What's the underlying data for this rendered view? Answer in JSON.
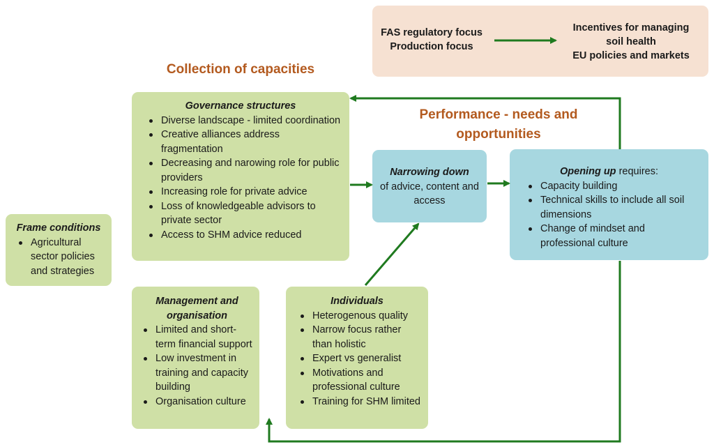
{
  "legend": {
    "left_lines": [
      "FAS regulatory focus",
      "Production focus"
    ],
    "right_lines": [
      "Incentives for managing",
      "soil health",
      "EU policies and markets"
    ]
  },
  "headings": {
    "collection": "Collection of capacities",
    "performance_line1": "Performance - needs and",
    "performance_line2": "opportunities"
  },
  "governance": {
    "title": "Governance structures",
    "items": [
      "Diverse landscape - limited coordination",
      "Creative alliances address fragmentation",
      "Decreasing and narowing role for public providers",
      "Increasing role for private advice",
      "Loss of knowledgeable advisors to private sector",
      "Access to SHM advice reduced"
    ]
  },
  "frame": {
    "title": "Frame conditions",
    "items": [
      "Agricultural sector policies and strategies"
    ]
  },
  "narrowing": {
    "title": "Narrowing down",
    "text": "of advice, content and access"
  },
  "opening": {
    "title": "Opening up",
    "suffix": " requires:",
    "items": [
      "Capacity building",
      "Technical skills to include all soil dimensions",
      "Change of mindset and professional culture"
    ]
  },
  "management": {
    "title": "Management and organisation",
    "items": [
      "Limited and short-term financial support",
      "Low investment in training and capacity building",
      "Organisation culture"
    ]
  },
  "individuals": {
    "title": "Individuals",
    "items": [
      "Heterogenous quality",
      "Narrow focus rather than holistic",
      "Expert vs generalist",
      "Motivations and professional culture",
      "Training for SHM limited"
    ]
  },
  "colors": {
    "green_box": "#cfe0a6",
    "blue_box": "#a7d7e0",
    "peach_box": "#f6e1d2",
    "arrow": "#1f7a1f",
    "heading": "#b35a1f"
  }
}
